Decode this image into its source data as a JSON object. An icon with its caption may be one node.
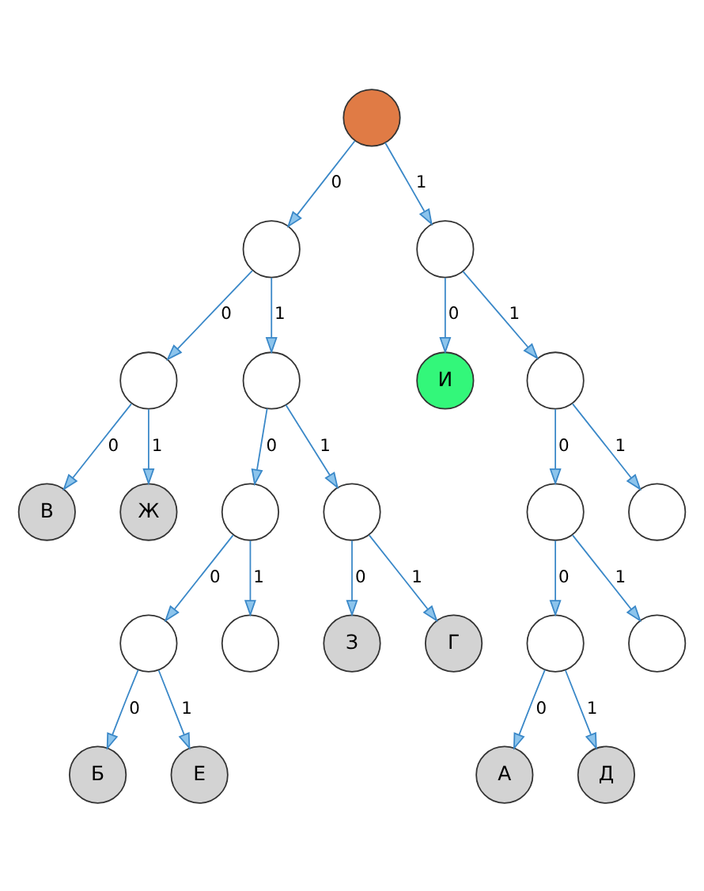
{
  "diagram": {
    "nodes": [
      {
        "text": [],
        "shape": "circle"
      },
      {
        "text": [],
        "shape": "circle"
      },
      {
        "text": [],
        "shape": "circle"
      },
      {
        "text": [],
        "shape": "circle"
      },
      {
        "text": [],
        "shape": "circle"
      },
      {
        "text": [
          "И"
        ]
      },
      {
        "text": [],
        "shape": "circle"
      },
      {
        "text": [
          "В"
        ]
      },
      {
        "text": [
          "Ж"
        ]
      },
      {
        "text": [],
        "shape": "circle"
      },
      {
        "text": [],
        "shape": "circle"
      },
      {
        "text": [],
        "shape": "circle"
      },
      {
        "text": [],
        "shape": "circle"
      },
      {
        "text": [],
        "shape": "circle"
      },
      {
        "text": [],
        "shape": "circle"
      },
      {
        "text": [
          "З"
        ]
      },
      {
        "text": [
          "Г"
        ]
      },
      {
        "text": [],
        "shape": "circle"
      },
      {
        "text": [],
        "shape": "circle"
      },
      {
        "text": [
          "Б"
        ]
      },
      {
        "text": [
          "Е"
        ]
      },
      {
        "text": [
          "А"
        ]
      },
      {
        "text": [
          "Д"
        ]
      }
    ],
    "edges": [
      {
        "from": 0,
        "to": 1,
        "arrow": "to",
        "label": "0"
      },
      {
        "from": 0,
        "to": 2,
        "arrow": "to",
        "label": "1"
      },
      {
        "from": 1,
        "to": 3,
        "arrow": "to",
        "label": "0"
      },
      {
        "from": 1,
        "to": 4,
        "arrow": "to",
        "label": "1"
      },
      {
        "from": 2,
        "to": 5,
        "arrow": "to",
        "label": "0"
      },
      {
        "from": 2,
        "to": 6,
        "arrow": "to",
        "label": "1"
      },
      {
        "from": 3,
        "to": 7,
        "arrow": "to",
        "label": "0"
      },
      {
        "from": 3,
        "to": 8,
        "arrow": "to",
        "label": "1"
      },
      {
        "from": 4,
        "to": 9,
        "arrow": "to",
        "label": "0"
      },
      {
        "from": 4,
        "to": 10,
        "arrow": "to",
        "label": "1"
      },
      {
        "from": 6,
        "to": 11,
        "arrow": "to",
        "label": "0"
      },
      {
        "from": 6,
        "to": 12,
        "arrow": "to",
        "label": "1"
      },
      {
        "from": 9,
        "to": 13,
        "arrow": "to",
        "label": "0"
      },
      {
        "from": 9,
        "to": 14,
        "arrow": "to",
        "label": "1"
      },
      {
        "from": 10,
        "to": 15,
        "arrow": "to",
        "label": "0"
      },
      {
        "from": 10,
        "to": 16,
        "arrow": "to",
        "label": "1"
      },
      {
        "from": 11,
        "to": 17,
        "arrow": "to",
        "label": "0"
      },
      {
        "from": 11,
        "to": 18,
        "arrow": "to",
        "label": "1"
      },
      {
        "from": 13,
        "to": 19,
        "arrow": "to",
        "label": "0"
      },
      {
        "from": 13,
        "to": 20,
        "arrow": "to",
        "label": "1"
      },
      {
        "from": 17,
        "to": 21,
        "arrow": "to",
        "label": "0"
      },
      {
        "from": 17,
        "to": 22,
        "arrow": "to",
        "label": "1"
      }
    ]
  }
}
